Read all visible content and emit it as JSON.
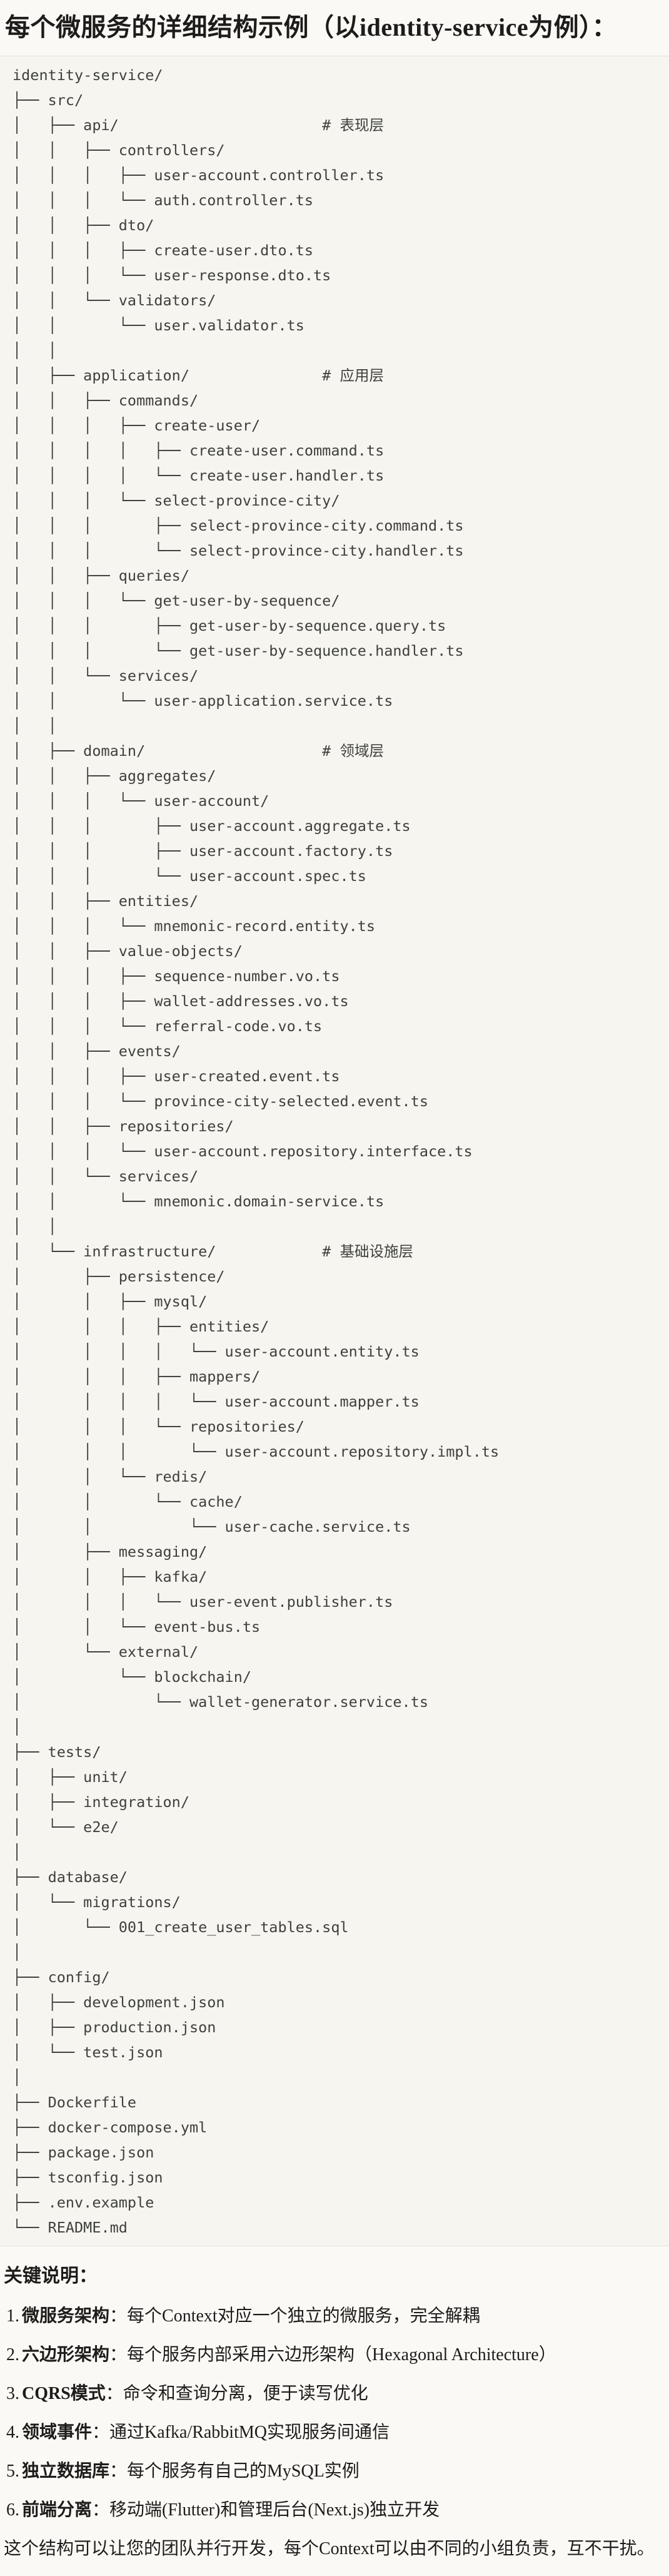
{
  "title": "每个微服务的详细结构示例（以identity-service为例）：",
  "tree": {
    "lines": [
      "identity-service/",
      "├── src/",
      "│   ├── api/                       # 表现层",
      "│   │   ├── controllers/",
      "│   │   │   ├── user-account.controller.ts",
      "│   │   │   └── auth.controller.ts",
      "│   │   ├── dto/",
      "│   │   │   ├── create-user.dto.ts",
      "│   │   │   └── user-response.dto.ts",
      "│   │   └── validators/",
      "│   │       └── user.validator.ts",
      "│   │",
      "│   ├── application/               # 应用层",
      "│   │   ├── commands/",
      "│   │   │   ├── create-user/",
      "│   │   │   │   ├── create-user.command.ts",
      "│   │   │   │   └── create-user.handler.ts",
      "│   │   │   └── select-province-city/",
      "│   │   │       ├── select-province-city.command.ts",
      "│   │   │       └── select-province-city.handler.ts",
      "│   │   ├── queries/",
      "│   │   │   └── get-user-by-sequence/",
      "│   │   │       ├── get-user-by-sequence.query.ts",
      "│   │   │       └── get-user-by-sequence.handler.ts",
      "│   │   └── services/",
      "│   │       └── user-application.service.ts",
      "│   │",
      "│   ├── domain/                    # 领域层",
      "│   │   ├── aggregates/",
      "│   │   │   └── user-account/",
      "│   │   │       ├── user-account.aggregate.ts",
      "│   │   │       ├── user-account.factory.ts",
      "│   │   │       └── user-account.spec.ts",
      "│   │   ├── entities/",
      "│   │   │   └── mnemonic-record.entity.ts",
      "│   │   ├── value-objects/",
      "│   │   │   ├── sequence-number.vo.ts",
      "│   │   │   ├── wallet-addresses.vo.ts",
      "│   │   │   └── referral-code.vo.ts",
      "│   │   ├── events/",
      "│   │   │   ├── user-created.event.ts",
      "│   │   │   └── province-city-selected.event.ts",
      "│   │   ├── repositories/",
      "│   │   │   └── user-account.repository.interface.ts",
      "│   │   └── services/",
      "│   │       └── mnemonic.domain-service.ts",
      "│   │",
      "│   └── infrastructure/            # 基础设施层",
      "│       ├── persistence/",
      "│       │   ├── mysql/",
      "│       │   │   ├── entities/",
      "│       │   │   │   └── user-account.entity.ts",
      "│       │   │   ├── mappers/",
      "│       │   │   │   └── user-account.mapper.ts",
      "│       │   │   └── repositories/",
      "│       │   │       └── user-account.repository.impl.ts",
      "│       │   └── redis/",
      "│       │       └── cache/",
      "│       │           └── user-cache.service.ts",
      "│       ├── messaging/",
      "│       │   ├── kafka/",
      "│       │   │   └── user-event.publisher.ts",
      "│       │   └── event-bus.ts",
      "│       └── external/",
      "│           └── blockchain/",
      "│               └── wallet-generator.service.ts",
      "│",
      "├── tests/",
      "│   ├── unit/",
      "│   ├── integration/",
      "│   └── e2e/",
      "│",
      "├── database/",
      "│   └── migrations/",
      "│       └── 001_create_user_tables.sql",
      "│",
      "├── config/",
      "│   ├── development.json",
      "│   ├── production.json",
      "│   └── test.json",
      "│",
      "├── Dockerfile",
      "├── docker-compose.yml",
      "├── package.json",
      "├── tsconfig.json",
      "├── .env.example",
      "└── README.md"
    ]
  },
  "notes": {
    "heading": "关键说明：",
    "items": [
      {
        "num": "1.",
        "term": "微服务架构",
        "desc": "：每个Context对应一个独立的微服务，完全解耦"
      },
      {
        "num": "2.",
        "term": "六边形架构",
        "desc": "：每个服务内部采用六边形架构（Hexagonal Architecture）"
      },
      {
        "num": "3.",
        "term": "CQRS模式",
        "desc": "：命令和查询分离，便于读写优化"
      },
      {
        "num": "4.",
        "term": "领域事件",
        "desc": "：通过Kafka/RabbitMQ实现服务间通信"
      },
      {
        "num": "5.",
        "term": "独立数据库",
        "desc": "：每个服务有自己的MySQL实例"
      },
      {
        "num": "6.",
        "term": "前端分离",
        "desc": "：移动端(Flutter)和管理后台(Next.js)独立开发"
      }
    ],
    "footer": "这个结构可以让您的团队并行开发，每个Context可以由不同的小组负责，互不干扰。"
  },
  "colors": {
    "page_bg": "#faf9f5",
    "code_bg": "#f6f5f0",
    "divider": "#e3e2dc",
    "tree_text": "#3f3f3d",
    "body_text": "#1d1c1a"
  }
}
